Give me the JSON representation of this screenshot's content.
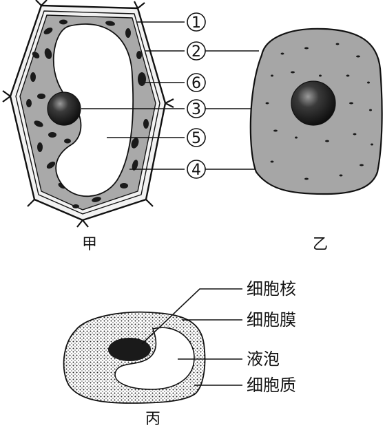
{
  "cells": {
    "jia": {
      "caption": "甲",
      "labels": [
        "1",
        "2",
        "6",
        "3",
        "5",
        "4"
      ]
    },
    "yi": {
      "caption": "乙"
    },
    "bing": {
      "caption": "丙",
      "labels": [
        "细胞核",
        "细胞膜",
        "液泡",
        "细胞质"
      ]
    }
  },
  "colors": {
    "cytoplasm_jia": "#a9a9a9",
    "cytoplasm_yi": "#a6a6a6",
    "organelle": "#1a1a1a",
    "line": "#111111"
  }
}
